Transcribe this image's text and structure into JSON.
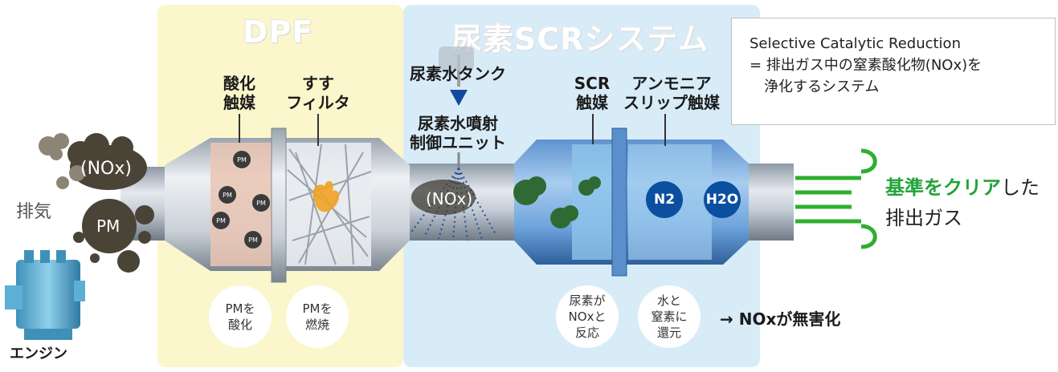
{
  "zones": {
    "dpf_title": "DPF",
    "scr_title": "尿素SCRシステム"
  },
  "engine": {
    "label": "エンジン",
    "exhaust_label": "排気",
    "nox_label": "(NOx)",
    "pm_label": "PM"
  },
  "dpf": {
    "oxidation_catalyst": [
      "酸化",
      "触媒"
    ],
    "soot_filter": [
      "すす",
      "フィルタ"
    ],
    "pm_particle": "PM",
    "notes": [
      [
        "PMを",
        "酸化"
      ],
      [
        "PMを",
        "燃焼"
      ]
    ]
  },
  "scr": {
    "urea_tank": "尿素水タンク",
    "injection_unit": [
      "尿素水噴射",
      "制御ユニット"
    ],
    "spray_nox": "(NOx)",
    "scr_catalyst": [
      "SCR",
      "触媒"
    ],
    "ammonia_slip_catalyst": [
      "アンモニア",
      "スリップ触媒"
    ],
    "n2": "N2",
    "h2o": "H2O",
    "notes": [
      [
        "尿素が",
        "NOxと",
        "反応"
      ],
      [
        "水と",
        "窒素に",
        "還元"
      ]
    ],
    "result": "→ NOxが無害化"
  },
  "description": {
    "line1": "Selective Catalytic Reduction",
    "line2": "= 排出ガス中の窒素酸化物(NOx)を",
    "line3": "浄化するシステム"
  },
  "outlet": {
    "highlight": "基準をクリア",
    "suffix": "した",
    "line2": "排出ガス"
  },
  "colors": {
    "dpf_zone": "#fbf6cc",
    "scr_zone": "#d8ecf8",
    "accent_green": "#22a33a",
    "gas_blue": "#0a4fa0",
    "soot": "#4a4437",
    "nox_green": "#2f6a34"
  }
}
